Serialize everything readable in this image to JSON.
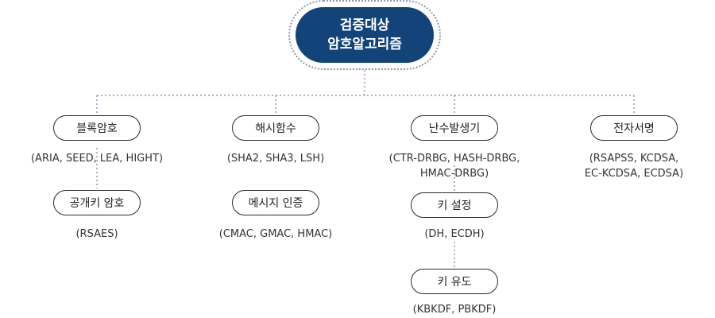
{
  "root": {
    "line1": "검증대상",
    "line2": "암호알고리즘"
  },
  "categories": [
    {
      "label": "블록암호",
      "note": "(ARIA,  SEED, LEA, HIGHT)",
      "children": [
        {
          "label": "공개키 암호",
          "note": "(RSAES)"
        }
      ]
    },
    {
      "label": "해시함수",
      "note": "(SHA2, SHA3, LSH)",
      "children": [
        {
          "label": "메시지 인증",
          "note": "(CMAC, GMAC, HMAC)"
        }
      ]
    },
    {
      "label": "난수발생기",
      "note_lines": [
        "(CTR-DRBG, HASH-DRBG,",
        "HMAC-DRBG)"
      ],
      "children": [
        {
          "label": "키 설정",
          "note": "(DH, ECDH)"
        },
        {
          "label": "키 유도",
          "note": "(KBKDF, PBKDF)"
        }
      ]
    },
    {
      "label": "전자서명",
      "note_lines": [
        "(RSAPSS, KCDSA,",
        "EC-KCDSA, ECDSA)"
      ],
      "children": []
    }
  ],
  "colors": {
    "root_fill": "#12447a",
    "connector": "#8c9bb0",
    "node_border": "#2b2b2b"
  }
}
